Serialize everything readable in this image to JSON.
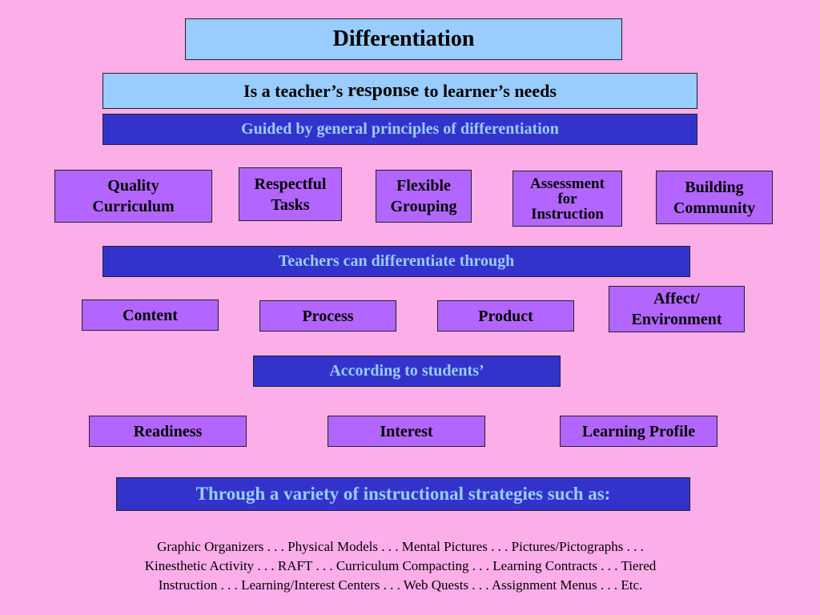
{
  "title": "Differentiation",
  "definition": {
    "before": "Is a teacher’s",
    "emphasis": "response",
    "after": "to learner’s needs"
  },
  "principles_heading": "Guided by general principles of differentiation",
  "principles": [
    [
      "Quality",
      "Curriculum"
    ],
    [
      "Respectful",
      "Tasks"
    ],
    [
      "Flexible",
      "Grouping"
    ],
    [
      "Assessment",
      "for",
      "Instruction"
    ],
    [
      "Building",
      "Community"
    ]
  ],
  "through_heading": "Teachers can differentiate through",
  "through": [
    "Content",
    "Process",
    "Product",
    [
      "Affect/",
      "Environment"
    ]
  ],
  "according_heading": "According to students’",
  "according": [
    "Readiness",
    "Interest",
    "Learning Profile"
  ],
  "strategies_heading": "Through a variety of instructional strategies such as:",
  "strategies_lines": [
    "Graphic Organizers . . . Physical Models . . . Mental Pictures . . . Pictures/Pictographs . . .",
    "Kinesthetic Activity . . . RAFT . . . Curriculum Compacting . . . Learning Contracts . . . Tiered",
    "Instruction . . . Learning/Interest Centers . . . Web Quests . . . Assignment Menus . . . Etc."
  ],
  "colors": {
    "background": "#fcaee9",
    "light_blue": "#99ccff",
    "dark_blue": "#3333cc",
    "purple": "#b366ff"
  }
}
